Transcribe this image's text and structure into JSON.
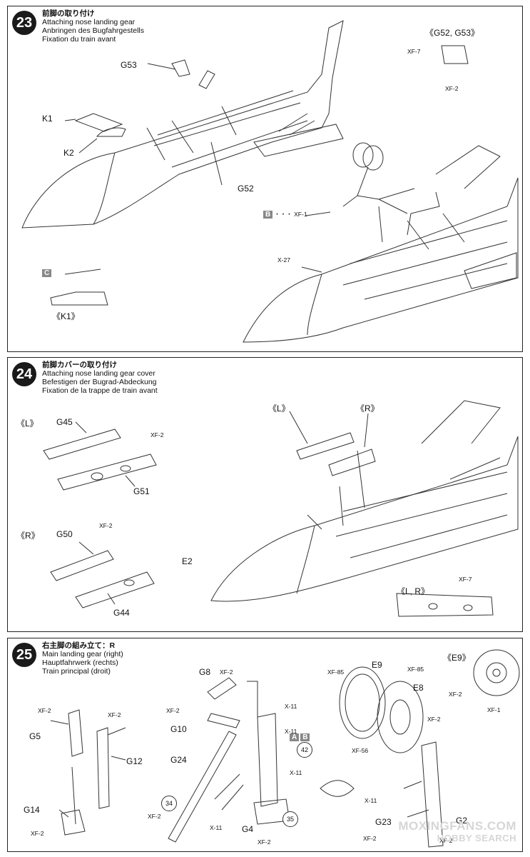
{
  "step23": {
    "number": "23",
    "title_ja": "前脚の取り付け",
    "title_en": "Attaching nose landing gear",
    "title_de": "Anbringen des Bugfahrgestells",
    "title_fr": "Fixation du train avant",
    "labels": {
      "g53": "G53",
      "g52": "G52",
      "k1": "K1",
      "k2": "K2"
    },
    "detail_g52_g53": {
      "title": "《G52, G53》",
      "xf7": "XF-7",
      "xf2": "XF-2"
    },
    "detail_k1": {
      "marker": "C",
      "title": "《K1》"
    },
    "gear_ref": {
      "marker": "B",
      "dots": "・・・",
      "paint": "XF-1"
    },
    "x27": "X-27"
  },
  "step24": {
    "number": "24",
    "title_ja": "前脚カバーの取り付け",
    "title_en": "Attaching nose landing gear cover",
    "title_de": "Befestigen der Bugrad-Abdeckung",
    "title_fr": "Fixation de la trappe de train avant",
    "left": {
      "title": "《L》",
      "g45": "G45",
      "g51": "G51",
      "xf2": "XF-2"
    },
    "right": {
      "title": "《R》",
      "g50": "G50",
      "g44": "G44",
      "e2": "E2",
      "xf2": "XF-2"
    },
    "main_l": "《L》",
    "main_r": "《R》",
    "detail_lr": {
      "title": "《L, R》",
      "xf7": "XF-7"
    }
  },
  "step25": {
    "number": "25",
    "title_ja": "右主脚の組み立て：R",
    "title_en": "Main landing gear (right)",
    "title_de": "Hauptfahrwerk (rechts)",
    "title_fr": "Train principal (droit)",
    "a": {
      "xf2a": "XF-2",
      "xf2b": "XF-2",
      "g5": "G5",
      "g12": "G12",
      "g14": "G14",
      "xf2c": "XF-2"
    },
    "b": {
      "g8": "G8",
      "xf2a": "XF-2",
      "xf2b": "XF-2",
      "g10": "G10",
      "g24": "G24",
      "x11a": "X-11",
      "x11b": "X-11",
      "x11c": "X-11",
      "x11d": "X-11",
      "ab": [
        "A",
        "B"
      ],
      "p42": "42",
      "p34": "34",
      "p35": "35",
      "xf2c": "XF-2",
      "g4": "G4",
      "xf2d": "XF-2"
    },
    "c": {
      "e9": "E9",
      "e8": "E8",
      "xf85a": "XF-85",
      "xf85b": "XF-85",
      "xf2a": "XF-2",
      "xf56": "XF-56",
      "xf2b": "XF-2",
      "x11": "X-11",
      "g23": "G23",
      "g2": "G2",
      "xf2c": "XF-2"
    },
    "detail_e9": {
      "title": "《E9》",
      "xf2": "XF-2",
      "xf1": "XF-1"
    }
  },
  "watermark": {
    "line1": "MOXINGFANS.COM",
    "line2": "HOBBY SEARCH"
  }
}
